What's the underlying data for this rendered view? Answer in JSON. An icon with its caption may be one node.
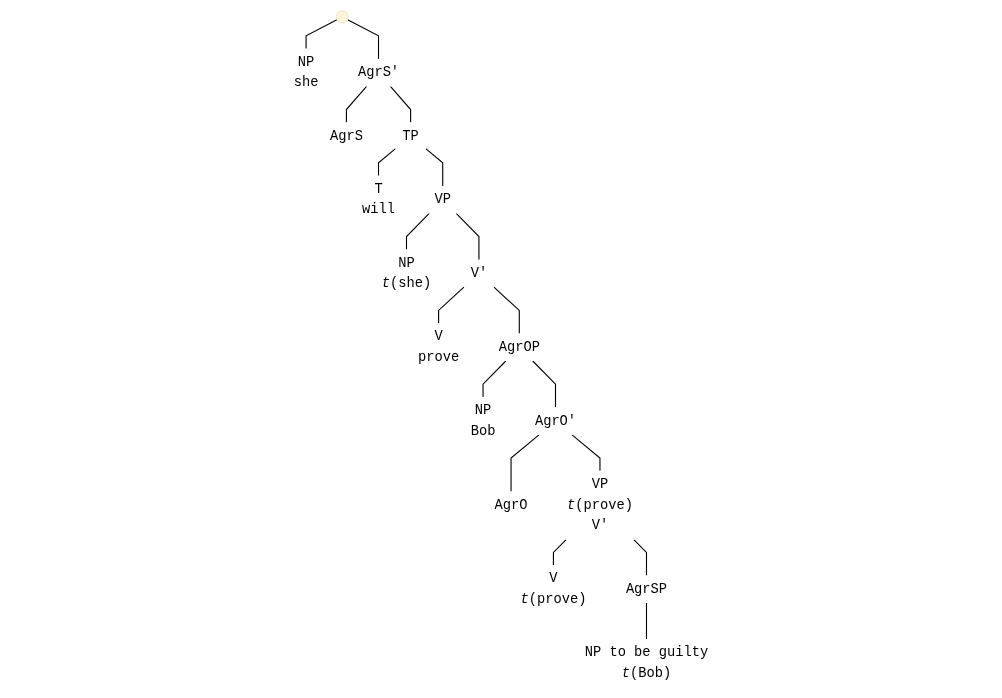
{
  "diagram": {
    "nodes": [
      {
        "text": [],
        "shape": "point"
      },
      {
        "text": [
          "NP",
          "she"
        ]
      },
      {
        "text": [
          "AgrS'"
        ]
      },
      {
        "text": [
          "AgrS"
        ]
      },
      {
        "text": [
          "TP"
        ]
      },
      {
        "text": [
          "T",
          "will"
        ]
      },
      {
        "text": [
          "VP"
        ]
      },
      {
        "text": [
          "NP",
          "*t*(she)"
        ]
      },
      {
        "text": [
          "V'"
        ]
      },
      {
        "text": [
          "V",
          "prove"
        ]
      },
      {
        "text": [
          "AgrOP"
        ]
      },
      {
        "text": [
          "NP",
          "Bob"
        ]
      },
      {
        "text": [
          "AgrO'"
        ]
      },
      {
        "text": [
          "AgrO"
        ]
      },
      {
        "text": [
          "VP",
          "*t*(prove)",
          "V'"
        ]
      },
      {
        "text": [
          "V",
          "*t*(prove)"
        ]
      },
      {
        "text": [
          "AgrSP"
        ]
      },
      {
        "text": [
          "NP to be guilty",
          "*t*(Bob)"
        ]
      }
    ],
    "edges": [
      {
        "from": 0,
        "to": 1,
        "arrow": "none"
      },
      {
        "from": 0,
        "to": 2,
        "arrow": "none"
      },
      {
        "from": 2,
        "to": 3,
        "arrow": "none"
      },
      {
        "from": 2,
        "to": 4,
        "arrow": "none"
      },
      {
        "from": 4,
        "to": 5,
        "arrow": "none"
      },
      {
        "from": 4,
        "to": 6,
        "arrow": "none"
      },
      {
        "from": 6,
        "to": 7,
        "arrow": "none"
      },
      {
        "from": 6,
        "to": 8,
        "arrow": "none"
      },
      {
        "from": 8,
        "to": 9,
        "arrow": "none"
      },
      {
        "from": 8,
        "to": 10,
        "arrow": "none"
      },
      {
        "from": 10,
        "to": 11,
        "arrow": "none"
      },
      {
        "from": 10,
        "to": 12,
        "arrow": "none"
      },
      {
        "from": 12,
        "to": 13,
        "arrow": "none"
      },
      {
        "from": 12,
        "to": 14,
        "arrow": "none"
      },
      {
        "from": 14,
        "to": 15,
        "arrow": "none"
      },
      {
        "from": 14,
        "to": 16,
        "arrow": "none"
      },
      {
        "from": 16,
        "to": 17,
        "arrow": "none"
      }
    ]
  }
}
